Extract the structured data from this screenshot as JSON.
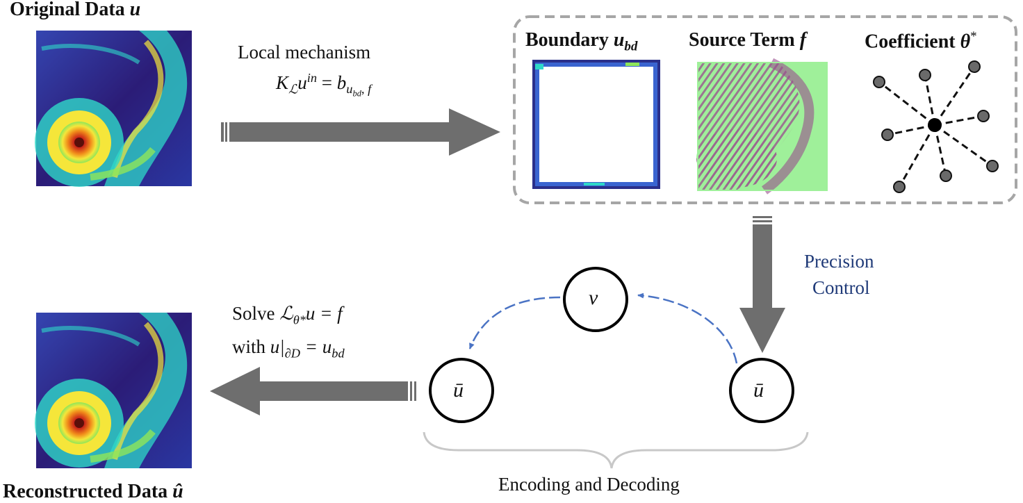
{
  "original": {
    "title_text": "Original Data ",
    "title_var": "u"
  },
  "reconstructed": {
    "title_text": "Reconstructed Data ",
    "title_var": "û"
  },
  "local_mechanism": {
    "line1": "Local mechanism",
    "K": "K",
    "K_sub": "ℒ",
    "u": "u",
    "u_sup": "in",
    "eq": " = ",
    "b": "b",
    "b_sub": "u",
    "b_sub_sub": "bd",
    "b_sub_tail": ", f"
  },
  "panels": {
    "boundary": {
      "label": "Boundary ",
      "var": "u",
      "var_sub": "bd"
    },
    "source": {
      "label": "Source Term ",
      "var": "f"
    },
    "coefficient": {
      "label": "Coefficient ",
      "var": "θ",
      "var_sup": "*"
    }
  },
  "precision": {
    "line1": "Precision",
    "line2": "Control",
    "color": "#1f3a78"
  },
  "solve": {
    "line1_word": "Solve ",
    "line1_op": "ℒ",
    "line1_op_sub": "θ*",
    "line1_rest": "u = f",
    "line2_word": "with ",
    "line2_u": "u|",
    "line2_sub": "∂D",
    "line2_rest": " = u",
    "line2_rest_sub": "bd"
  },
  "nodes": {
    "left": "ū",
    "top": "v",
    "right": "ū"
  },
  "encoding_label": "Encoding and Decoding",
  "colors": {
    "arrow": "#6e6e6e",
    "dashed_box": "#a6a6a6",
    "dashed_arrow": "#4a73c4",
    "brace": "#c8c8c8",
    "source_green": "#9ff09a",
    "source_purple": "#9a4f8e",
    "heat_dark": "#2c1d77",
    "heat_blue": "#1c66d4",
    "heat_cyan": "#2fd8c8",
    "heat_yellow": "#f5e63a",
    "heat_orange": "#f08a1a",
    "heat_red": "#c8241a"
  }
}
